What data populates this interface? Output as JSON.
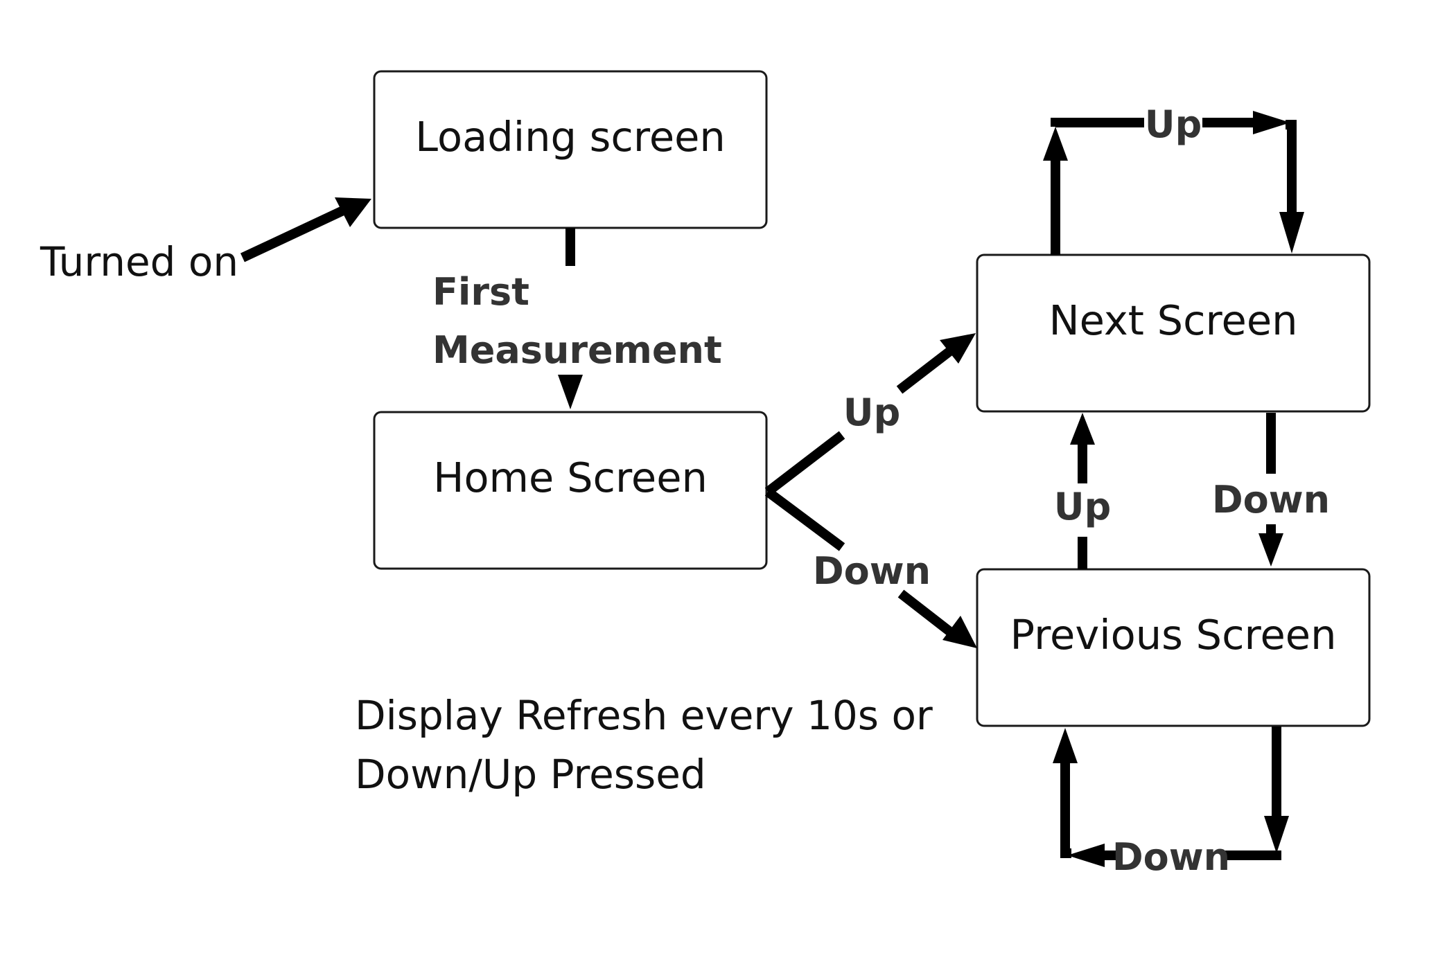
{
  "nodes": {
    "loading": "Loading screen",
    "home": "Home Screen",
    "next": "Next Screen",
    "previous": "Previous Screen"
  },
  "edges": {
    "turned_on": "Turned on",
    "first_measurement_line1": "First",
    "first_measurement_line2": "Measurement",
    "home_to_next": "Up",
    "home_to_previous": "Down",
    "next_loop_up": "Up",
    "previous_to_next": "Up",
    "next_to_previous": "Down",
    "previous_loop_down": "Down"
  },
  "note": {
    "line1": "Display Refresh every 10s or",
    "line2": "Down/Up Pressed"
  },
  "colors": {
    "stroke": "#000000",
    "box_border": "#1a1a1a",
    "label": "#333333"
  }
}
